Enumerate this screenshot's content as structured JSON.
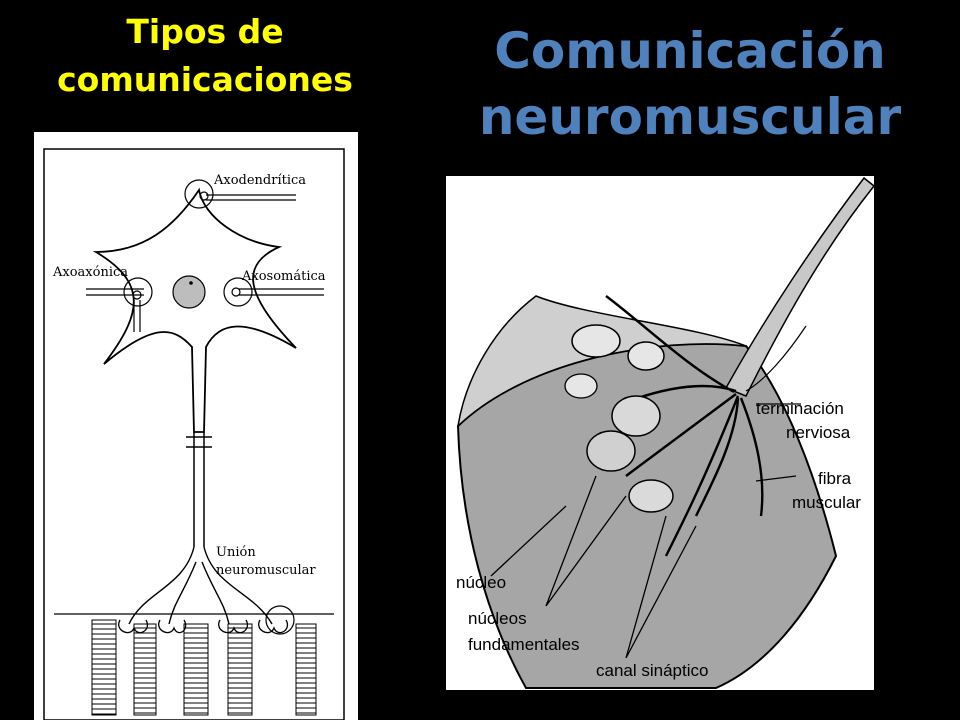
{
  "titles": {
    "left": "Tipos de comunicaciones",
    "right": "Comunicación neuromuscular"
  },
  "colors": {
    "background": "#000000",
    "left_title": "#ffff00",
    "right_title": "#4f81bd"
  },
  "neuron_diagram": {
    "labels": {
      "axodendritic": "Axodendrítica",
      "axoaxonic": "Axoaxónica",
      "axosomatic": "Axosomática",
      "neuromuscular_line1": "Unión",
      "neuromuscular_line2": "neuromuscular"
    }
  },
  "junction_diagram": {
    "labels": {
      "nerve_terminal_line1": "terminación",
      "nerve_terminal_line2": "nerviosa",
      "muscle_fiber_line1": "fibra",
      "muscle_fiber_line2": "muscular",
      "nucleus": "núcleo",
      "fundamental_nuclei_line1": "núcleos",
      "fundamental_nuclei_line2": "fundamentales",
      "synaptic_channel": "canal sináptico"
    }
  }
}
